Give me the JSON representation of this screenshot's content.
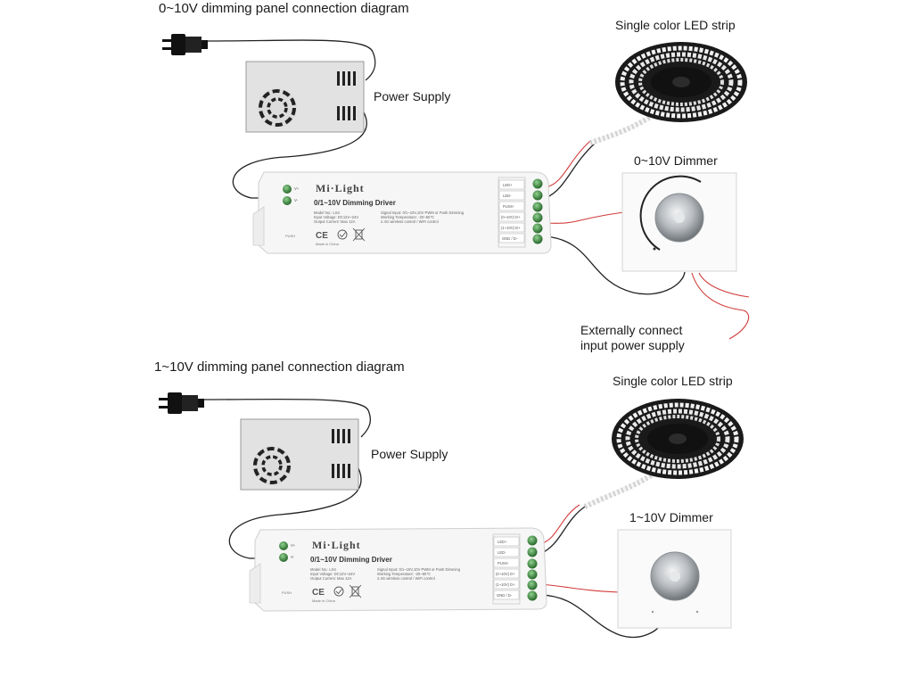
{
  "diagrams": [
    {
      "title": "0~10V dimming panel connection diagram",
      "power_supply_label": "Power Supply",
      "strip_label": "Single color LED strip",
      "dimmer_label": "0~10V Dimmer",
      "external_label_line1": "Externally connect",
      "external_label_line2": "input power supply"
    },
    {
      "title": "1~10V dimming panel connection diagram",
      "power_supply_label": "Power Supply",
      "strip_label": "Single color LED strip",
      "dimmer_label": "1~10V Dimmer"
    }
  ],
  "driver": {
    "brand": "Mi·Light",
    "model": "0/1~10V Dimming Driver",
    "spec_left": [
      "Model No.: LS4",
      "Input Voltage: DC12V~24V",
      "Output Current: Max 12A"
    ],
    "spec_right": [
      "Signal Input: 0/1~10V,10V PWM or Push Dimming",
      "Working Temperature: -20~60℃",
      "2.4G wireless control / WiFi control"
    ],
    "terminals": [
      "LED+",
      "LED-",
      "PUSH",
      "(0~10V) D+",
      "(1~10V) D+",
      "GND / D-"
    ],
    "made_in": "Made in China",
    "input_labels": [
      "V+",
      "V-"
    ]
  },
  "icons": [
    "plug-icon",
    "fan-icon",
    "ce-mark-icon",
    "weee-bin-icon",
    "led-reel-icon",
    "dimmer-knob-icon"
  ],
  "colors": {
    "wire_black": "#222222",
    "wire_red": "#d23a3a",
    "terminal_green": "#2e7d32",
    "knob_silver": "#b8bcc0"
  }
}
